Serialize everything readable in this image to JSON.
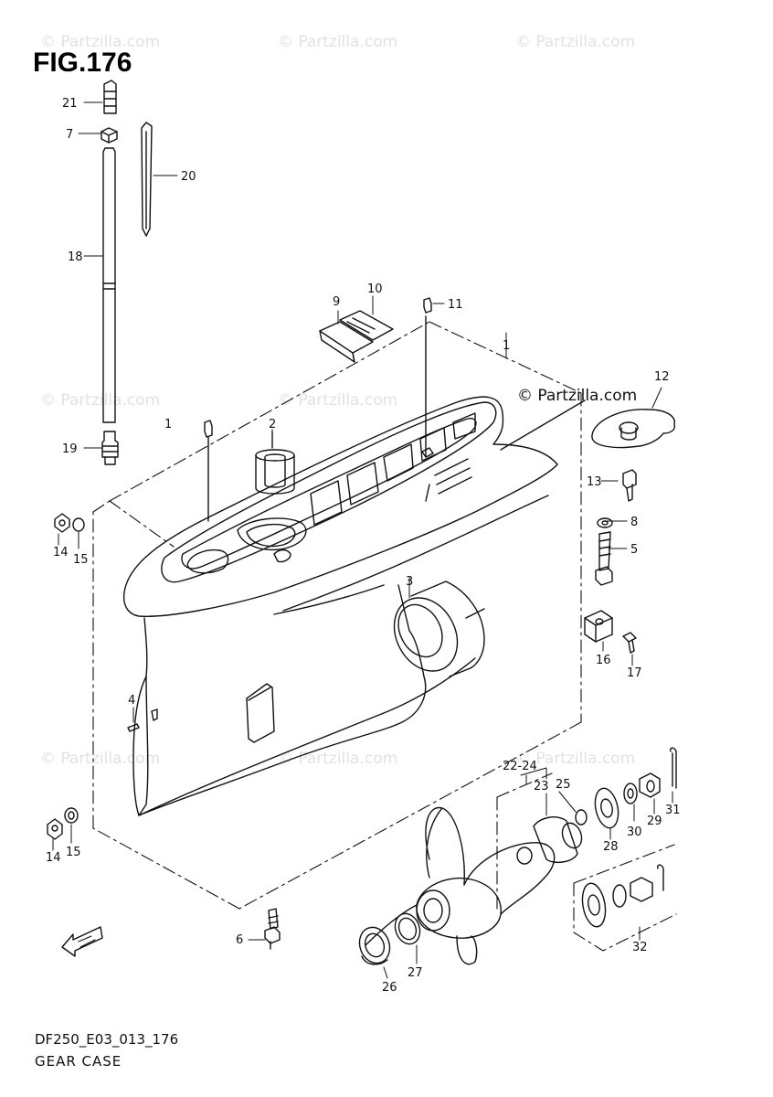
{
  "figure": {
    "title": "FIG.176",
    "code": "DF250_E03_013_176",
    "caption": "GEAR CASE"
  },
  "watermark": {
    "text": "© Partzilla.com",
    "main_text": "© Partzilla.com",
    "tile_text": "© Partzilla.com"
  },
  "callouts": [
    {
      "label": "21"
    },
    {
      "label": "7"
    },
    {
      "label": "20"
    },
    {
      "label": "18"
    },
    {
      "label": "9"
    },
    {
      "label": "10"
    },
    {
      "label": "11"
    },
    {
      "label": "1"
    },
    {
      "label": "12"
    },
    {
      "label": "1"
    },
    {
      "label": "2"
    },
    {
      "label": "19"
    },
    {
      "label": "13"
    },
    {
      "label": "14"
    },
    {
      "label": "15"
    },
    {
      "label": "8"
    },
    {
      "label": "5"
    },
    {
      "label": "3"
    },
    {
      "label": "16"
    },
    {
      "label": "17"
    },
    {
      "label": "4"
    },
    {
      "label": "22-24"
    },
    {
      "label": "23"
    },
    {
      "label": "25"
    },
    {
      "label": "31"
    },
    {
      "label": "29"
    },
    {
      "label": "30"
    },
    {
      "label": "28"
    },
    {
      "label": "14"
    },
    {
      "label": "15"
    },
    {
      "label": "32"
    },
    {
      "label": "6"
    },
    {
      "label": "27"
    },
    {
      "label": "26"
    }
  ],
  "colors": {
    "ink": "#111111",
    "watermark": "#e2e2e2",
    "background": "#ffffff"
  },
  "icons": {
    "direction": "fwd-arrow-icon"
  }
}
